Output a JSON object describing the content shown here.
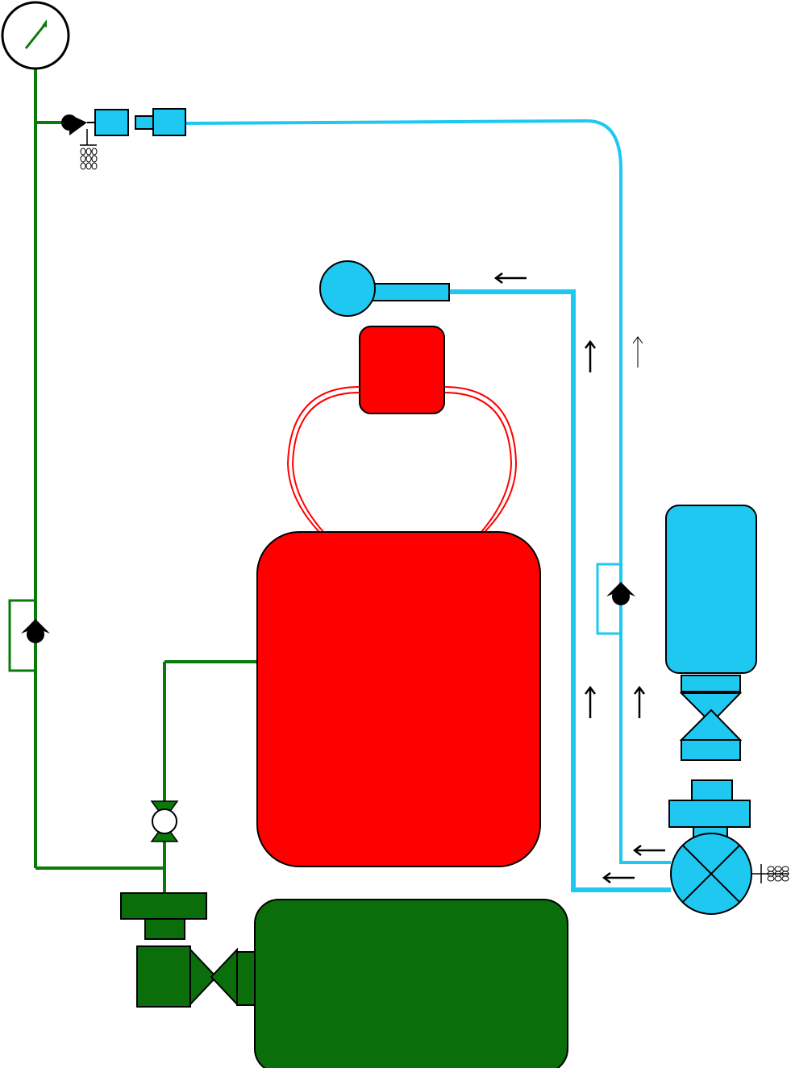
{
  "colors": {
    "green": "#0a7a0a",
    "dark_green": "#0a6e0a",
    "blue": "#1ec8f0",
    "red": "#ff0000",
    "black": "#000000"
  },
  "components": {
    "pressure_gauge": {
      "icon": "pressure-gauge-icon"
    },
    "pressure_regulator": {
      "icon": "regulator-icon"
    },
    "solenoid_valve_top": {
      "icon": "solenoid-valve-icon"
    },
    "spray_nozzle": {
      "icon": "nozzle-icon"
    },
    "red_head": {
      "icon": "heater-block-icon"
    },
    "red_tank": {
      "icon": "tank-icon"
    },
    "green_tank": {
      "icon": "tank-icon"
    },
    "blue_cylinder": {
      "icon": "gas-cylinder-icon"
    },
    "blue_pump": {
      "icon": "pump-icon"
    },
    "manual_valve": {
      "icon": "ball-valve-icon"
    },
    "check_valve_left": {
      "icon": "check-valve-icon"
    },
    "check_valve_right": {
      "icon": "check-valve-icon"
    }
  },
  "flow_arrows": [
    {
      "direction": "left",
      "line": "blue-thick"
    },
    {
      "direction": "up",
      "line": "blue-thick"
    },
    {
      "direction": "up",
      "line": "blue-thin"
    },
    {
      "direction": "up",
      "line": "blue-thick"
    },
    {
      "direction": "up",
      "line": "blue-thin"
    },
    {
      "direction": "left",
      "line": "blue-thin"
    },
    {
      "direction": "left",
      "line": "blue-thick"
    }
  ]
}
